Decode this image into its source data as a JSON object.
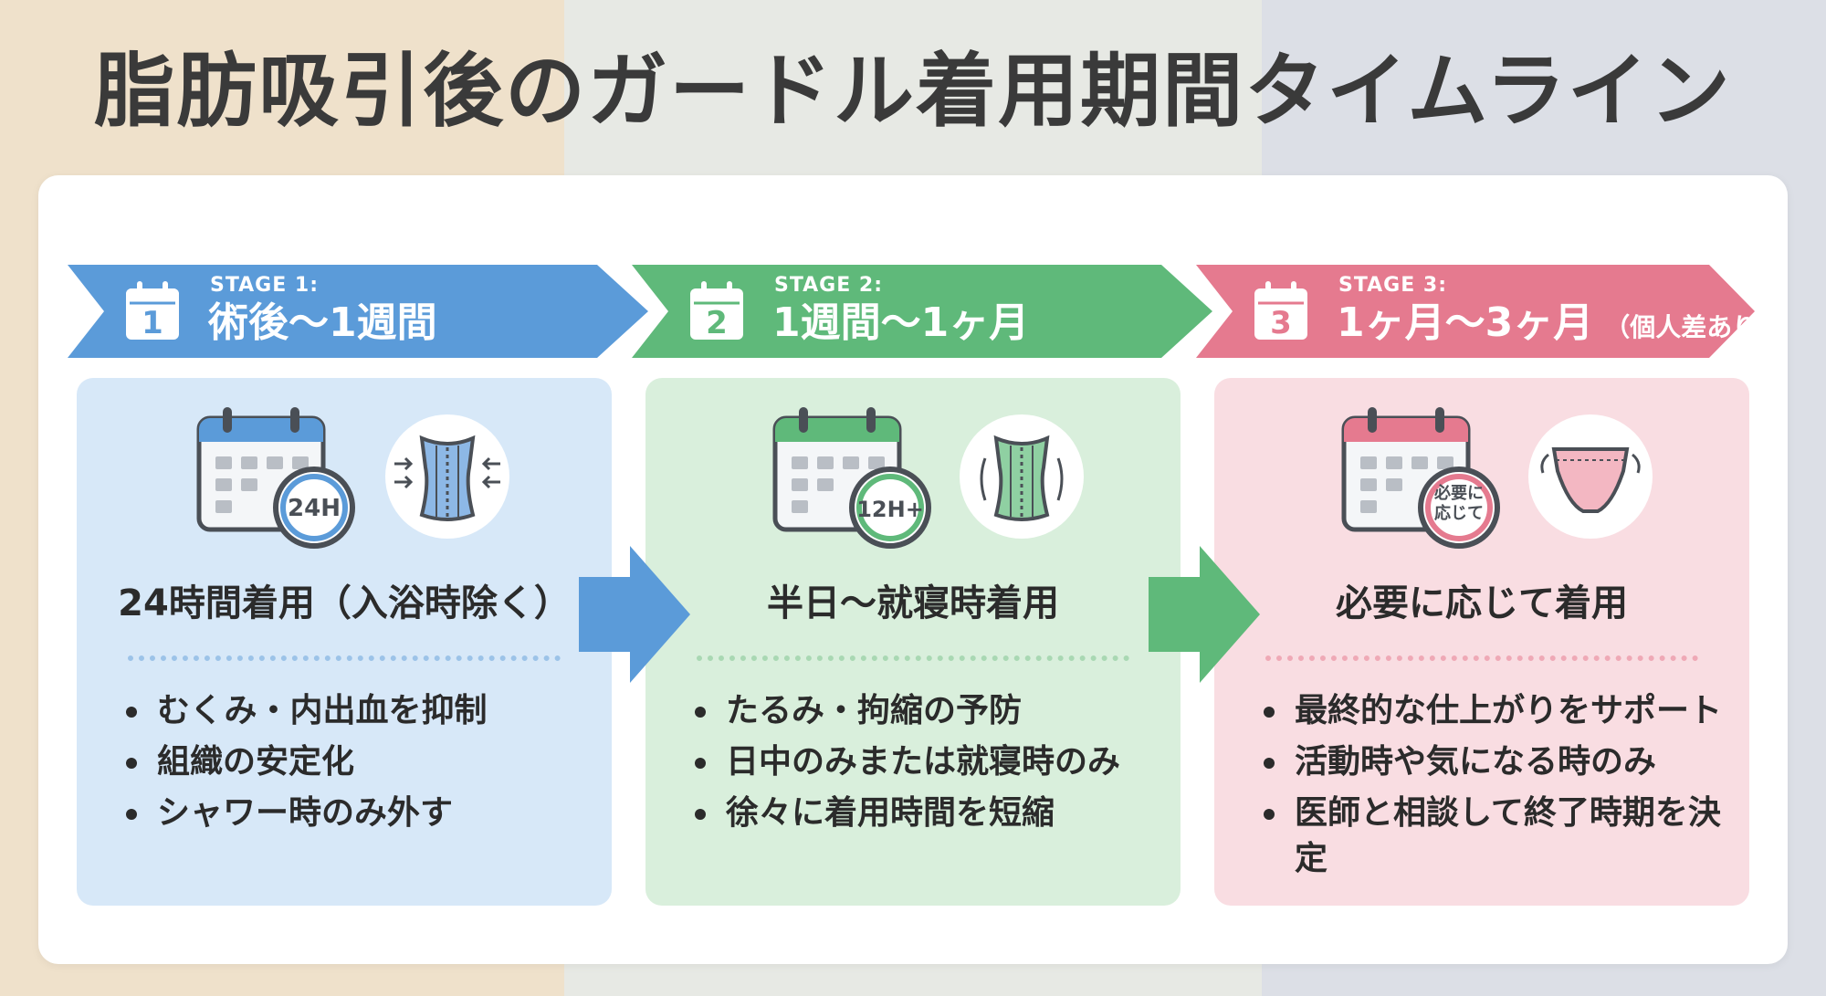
{
  "title": "脂肪吸引後のガードル着用期間タイムライン",
  "colors": {
    "stage1_ribbon": "#5b9bd9",
    "stage2_ribbon": "#5fb97a",
    "stage3_ribbon": "#e57a8f",
    "stage1_card": "#d7e8f8",
    "stage2_card": "#d9efdc",
    "stage3_card": "#f9dde2"
  },
  "stages": [
    {
      "label": "STAGE 1:",
      "number": "1",
      "period": "術後〜1週間",
      "note": "",
      "badge": "24H",
      "heading": "24時間着用（入浴時除く）",
      "bullets": [
        "むくみ・内出血を抑制",
        "組織の安定化",
        "シャワー時のみ外す"
      ],
      "garment_icon": "compression-corset-icon"
    },
    {
      "label": "STAGE 2:",
      "number": "2",
      "period": "1週間〜1ヶ月",
      "note": "",
      "badge": "12H+",
      "heading": "半日〜就寝時着用",
      "bullets": [
        "たるみ・拘縮の予防",
        "日中のみまたは就寝時のみ",
        "徐々に着用時間を短縮"
      ],
      "garment_icon": "corset-icon"
    },
    {
      "label": "STAGE 3:",
      "number": "3",
      "period": "1ヶ月〜3ヶ月",
      "note": "（個人差あり）",
      "badge_line1": "必要に",
      "badge_line2": "応じて",
      "heading": "必要に応じて着用",
      "bullets": [
        "最終的な仕上がりをサポート",
        "活動時や気になる時のみ",
        "医師と相談して終了時期を決定"
      ],
      "garment_icon": "shaping-briefs-icon"
    }
  ]
}
